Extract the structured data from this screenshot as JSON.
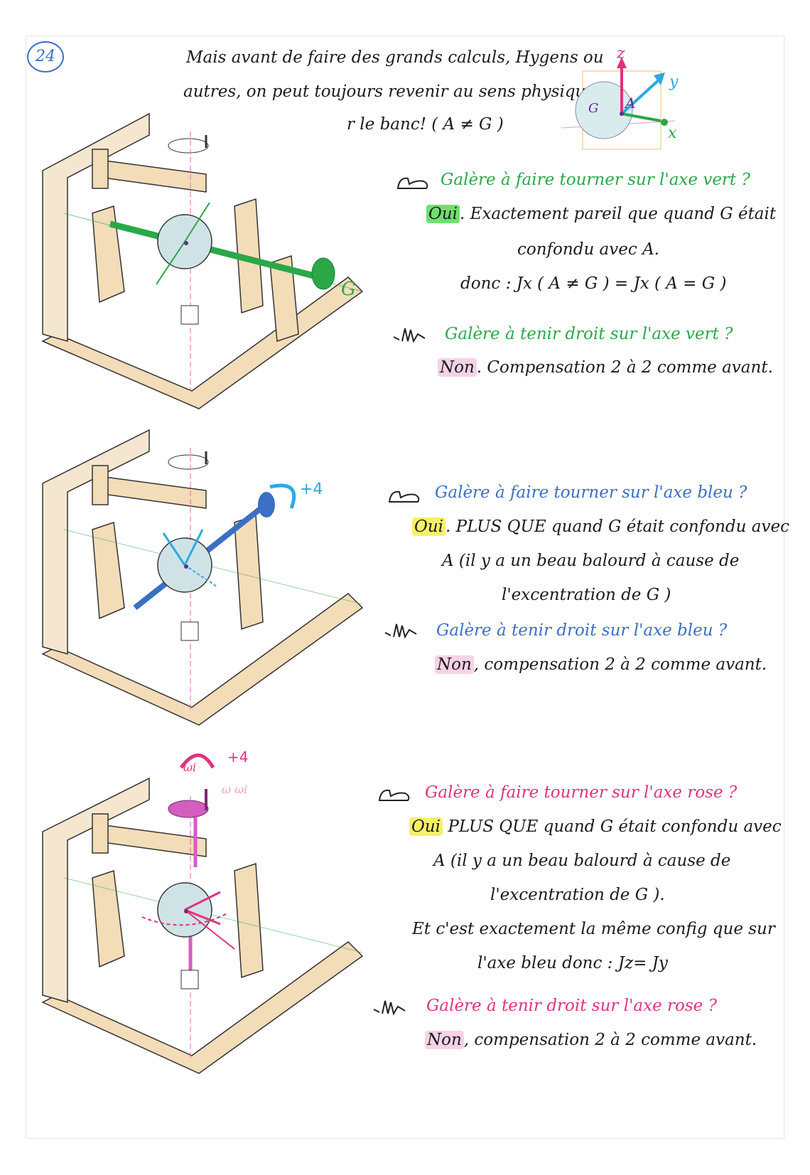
{
  "page_number": "24",
  "intro": {
    "line1": "Mais avant de faire des grands calculs, Hygens ou",
    "line2": "autres, on peut toujours revenir au sens physique.",
    "line3": "r le banc! ( A ≠ G )"
  },
  "axes_legend": {
    "z": "z",
    "y": "y",
    "x": "x",
    "g": "G",
    "a": "A"
  },
  "section_green": {
    "q1": "Galère à faire tourner sur l'axe vert ?",
    "a1_highlight": "Oui",
    "a1_rest": ". Exactement pareil que quand G était",
    "a1_line2": "confondu avec A.",
    "a1_line3": "donc : Jx ( A ≠ G ) = Jx ( A = G )",
    "q2": "Galère à tenir droit sur l'axe vert ?",
    "a2_highlight": "Non",
    "a2_rest": ". Compensation 2 à 2 comme avant.",
    "label_g": "G"
  },
  "section_blue": {
    "q1": "Galère à faire tourner sur l'axe bleu ?",
    "a1_highlight": "Oui",
    "a1_rest": ". PLUS QUE quand G était confondu avec",
    "a1_line2": "A (il y a un beau balourd à cause de",
    "a1_line3": "l'excentration de G )",
    "q2": "Galère à tenir droit sur l'axe bleu ?",
    "a2_highlight": "Non",
    "a2_rest": ", compensation 2 à 2 comme avant.",
    "label_plus": "+4"
  },
  "section_pink": {
    "q1": "Galère à faire tourner sur l'axe rose ?",
    "a1_highlight": "Oui",
    "a1_rest": " PLUS QUE quand G était confondu avec",
    "a1_line2": "A (il y a un beau balourd à cause de",
    "a1_line3": "l'excentration de G ).",
    "a1_line4": "Et c'est exactement la même config que sur",
    "a1_line5": "l'axe bleu donc : Jz= Jy",
    "q2": "Galère à tenir droit sur l'axe rose ?",
    "a2_highlight": "Non",
    "a2_rest": ", compensation 2 à 2 comme avant.",
    "label_plus": "+4",
    "label_omega": "ωi",
    "label_omega2": "ω ωi"
  },
  "colors": {
    "green": "#2aa848",
    "blue": "#3a6fc4",
    "cyan": "#2ba9e0",
    "pink": "#e0327e",
    "wood": "#f3dcb8",
    "sphere": "#cfe3e6"
  }
}
